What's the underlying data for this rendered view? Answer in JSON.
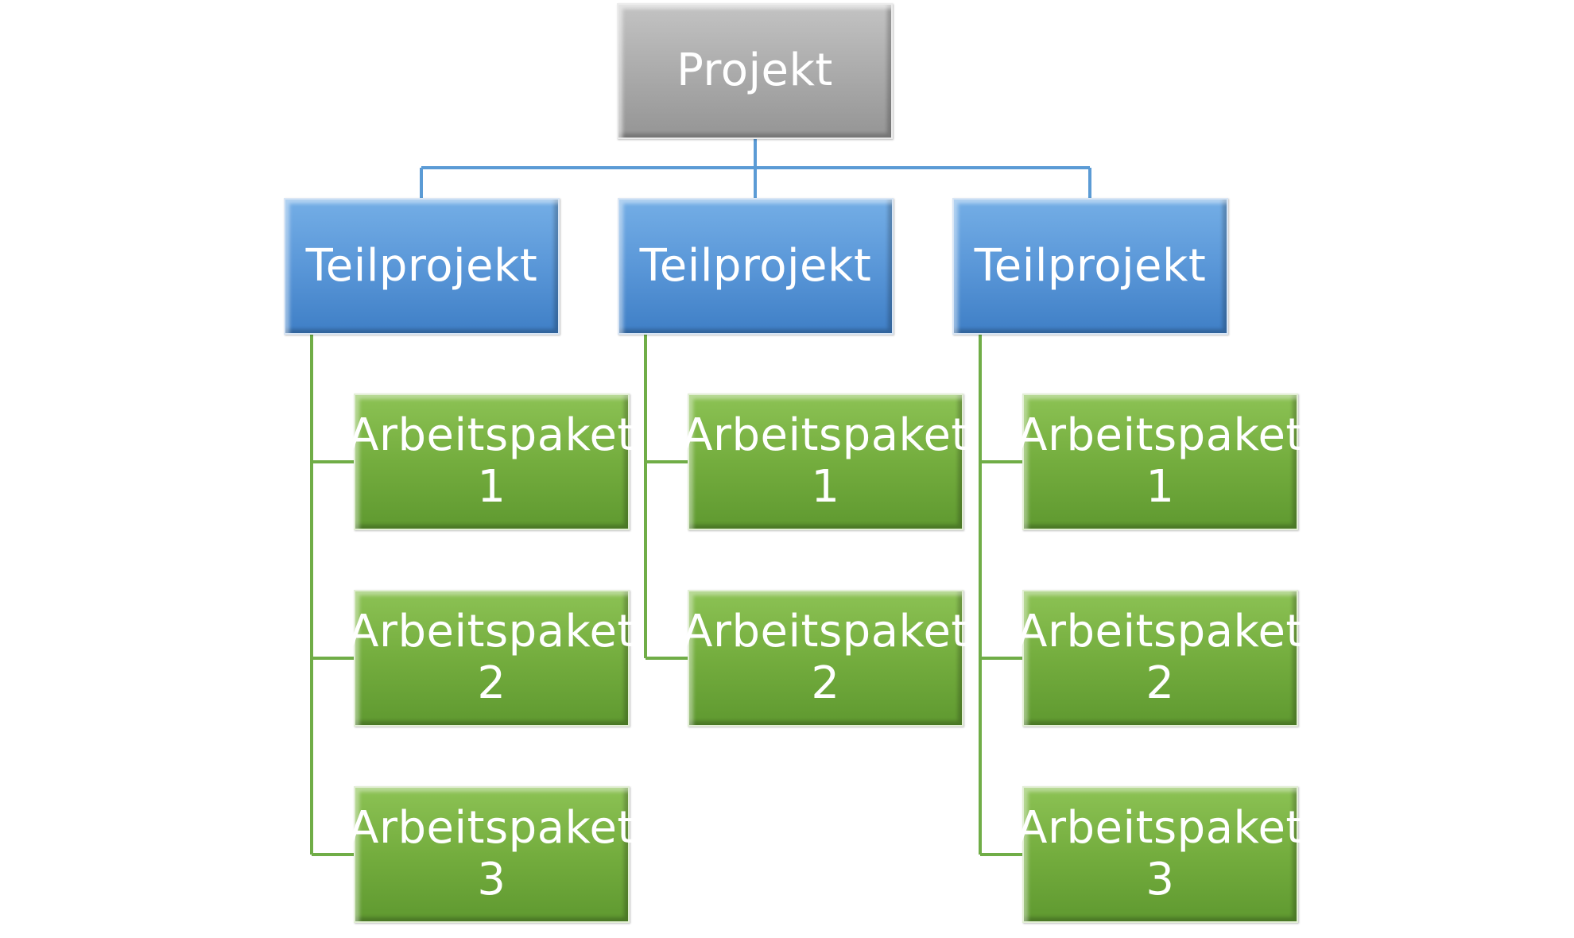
{
  "diagram": {
    "root": {
      "label": "Projekt"
    },
    "subprojects": [
      {
        "label": "Teilprojekt",
        "work_packages": [
          {
            "label": "Arbeitspaket",
            "number": "1"
          },
          {
            "label": "Arbeitspaket",
            "number": "2"
          },
          {
            "label": "Arbeitspaket",
            "number": "3"
          }
        ]
      },
      {
        "label": "Teilprojekt",
        "work_packages": [
          {
            "label": "Arbeitspaket",
            "number": "1"
          },
          {
            "label": "Arbeitspaket",
            "number": "2"
          }
        ]
      },
      {
        "label": "Teilprojekt",
        "work_packages": [
          {
            "label": "Arbeitspaket",
            "number": "1"
          },
          {
            "label": "Arbeitspaket",
            "number": "2"
          },
          {
            "label": "Arbeitspaket",
            "number": "3"
          }
        ]
      }
    ]
  },
  "colors": {
    "root": "#a6a6a6",
    "subproject": "#5b9bd5",
    "work_package": "#70ad47",
    "root_connector": "#5b9bd5",
    "work_package_connector": "#70ad47"
  }
}
